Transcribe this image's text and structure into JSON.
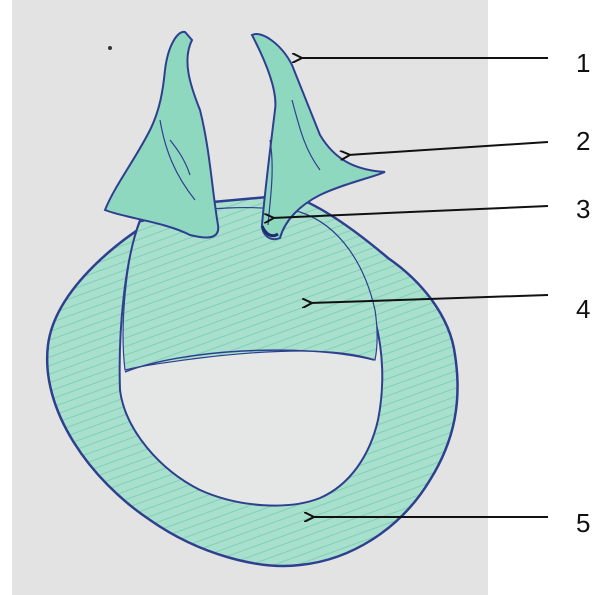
{
  "colors": {
    "photo_background": "#e3e3e3",
    "page_background": "#ffffff",
    "tissue_green": "#9fdcc8",
    "tissue_green_dark": "#6fc8ad",
    "outline_blue": "#2f3f8f",
    "arrow": "#111111"
  },
  "labels": [
    {
      "id": "label-1",
      "text": "1"
    },
    {
      "id": "label-2",
      "text": "2"
    },
    {
      "id": "label-3",
      "text": "3"
    },
    {
      "id": "label-4",
      "text": "4"
    },
    {
      "id": "label-5",
      "text": "5"
    }
  ]
}
